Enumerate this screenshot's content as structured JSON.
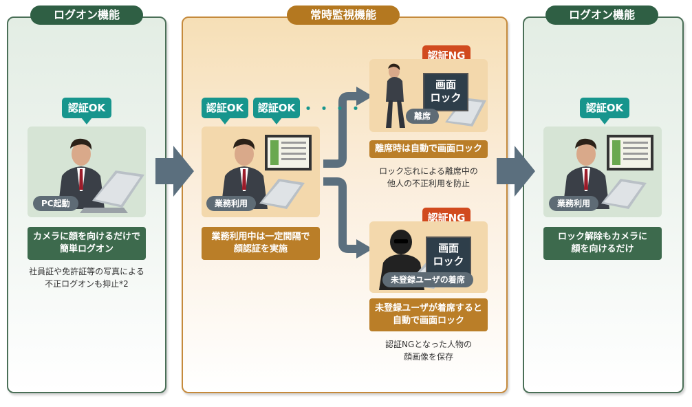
{
  "sections": {
    "left": {
      "title": "ログオン機能"
    },
    "center": {
      "title": "常時監視機能"
    },
    "right": {
      "title": "ログオン機能"
    }
  },
  "left": {
    "bubble": "認証OK",
    "tag": "PC起動",
    "box": [
      "カメラに顔を向けるだけで",
      "簡単ログオン"
    ],
    "note": [
      "社員証や免許証等の写真による",
      "不正ログオンも抑止*2"
    ]
  },
  "center": {
    "bubble1": "認証OK",
    "bubble2": "認証OK",
    "dots": "・・・・",
    "tag": "業務利用",
    "box": [
      "業務利用中は一定間隔で",
      "顔認証を実施"
    ],
    "top_case": {
      "bubble": "認証NG",
      "screen": [
        "画面",
        "ロック"
      ],
      "tag": "離席",
      "box": "離席時は自動で画面ロック",
      "note": [
        "ロック忘れによる離席中の",
        "他人の不正利用を防止"
      ]
    },
    "bottom_case": {
      "bubble": "認証NG",
      "screen": [
        "画面",
        "ロック"
      ],
      "tag": "未登録ユーザの着席",
      "box": [
        "未登録ユーザが着席すると",
        "自動で画面ロック"
      ],
      "note": [
        "認証NGとなった人物の",
        "顔画像を保存"
      ]
    }
  },
  "right": {
    "bubble": "認証OK",
    "tag": "業務利用",
    "box": [
      "ロック解除もカメラに",
      "顔を向けるだけ"
    ]
  },
  "colors": {
    "green_dark": "#2f5f44",
    "teal": "#17958d",
    "orange": "#b47820",
    "red": "#d14a1e",
    "arrow": "#5b6f7e"
  }
}
